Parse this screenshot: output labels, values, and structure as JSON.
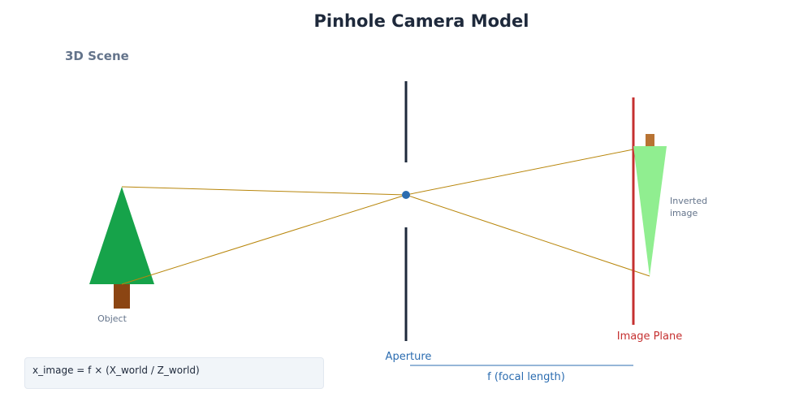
{
  "title": "Pinhole Camera Model",
  "section_label": "3D Scene",
  "labels": {
    "object": "Object",
    "aperture": "Aperture",
    "image_plane": "Image Plane",
    "inverted_line1": "Inverted",
    "inverted_line2": "image",
    "focal_length": "f (focal length)"
  },
  "formula": "x_image = f × (X_world / Z_world)",
  "colors": {
    "tree_canopy": "#16a34a",
    "tree_trunk": "#8b4513",
    "inverted_canopy": "#90ee90",
    "inverted_trunk": "#b87333",
    "rays": "#b8860b",
    "barrier": "#1e293b",
    "pinhole": "#2b6cb0",
    "image_plane": "#c53030",
    "focal_line": "#2b6cb0"
  }
}
